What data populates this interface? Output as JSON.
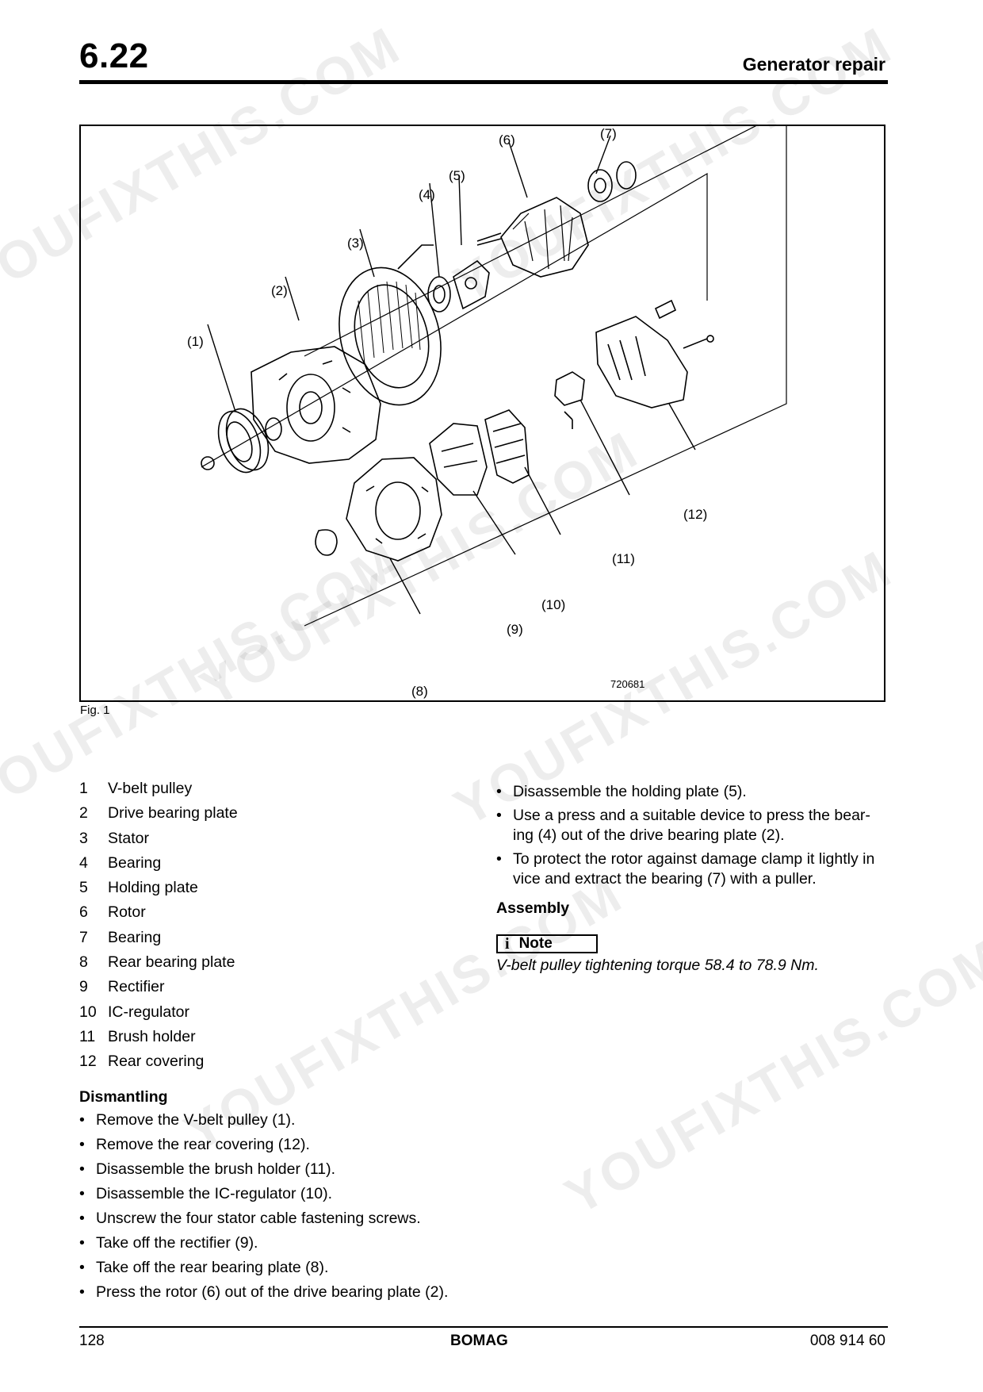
{
  "header": {
    "section_number": "6.22",
    "title": "Generator repair"
  },
  "figure": {
    "caption": "Fig. 1",
    "image_number": "720681",
    "callouts": [
      "(1)",
      "(2)",
      "(3)",
      "(4)",
      "(5)",
      "(6)",
      "(7)",
      "(8)",
      "(9)",
      "(10)",
      "(11)",
      "(12)"
    ]
  },
  "parts_list": [
    {
      "num": "1",
      "label": "V-belt pulley"
    },
    {
      "num": "2",
      "label": "Drive bearing plate"
    },
    {
      "num": "3",
      "label": "Stator"
    },
    {
      "num": "4",
      "label": "Bearing"
    },
    {
      "num": "5",
      "label": "Holding plate"
    },
    {
      "num": "6",
      "label": "Rotor"
    },
    {
      "num": "7",
      "label": "Bearing"
    },
    {
      "num": "8",
      "label": "Rear bearing plate"
    },
    {
      "num": "9",
      "label": "Rectifier"
    },
    {
      "num": "10",
      "label": "IC-regulator"
    },
    {
      "num": "11",
      "label": "Brush holder"
    },
    {
      "num": "12",
      "label": "Rear covering"
    }
  ],
  "dismantling": {
    "heading": "Dismantling",
    "steps": [
      "Remove the V-belt pulley (1).",
      "Remove the rear covering (12).",
      "Disassemble the brush holder (11).",
      "Disassemble the IC-regulator (10).",
      "Unscrew the four stator cable fastening screws.",
      "Take off the rectifier (9).",
      "Take off the rear bearing plate (8).",
      "Press the rotor (6) out of the drive bearing plate (2)."
    ]
  },
  "right_steps": [
    "Disassemble the holding plate (5).",
    "Use a press and a suitable device to press the bear-ing (4) out of the drive bearing plate (2).",
    "To protect the rotor against damage clamp it lightly in vice and extract the bearing (7) with a puller."
  ],
  "assembly": {
    "heading": "Assembly",
    "note_icon": "i",
    "note_label": "Note",
    "note_text": "V-belt pulley tightening torque 58.4 to 78.9 Nm."
  },
  "footer": {
    "page": "128",
    "brand": "BOMAG",
    "doc_number": "008 914 60"
  },
  "watermark": "YOUFIXTHIS.COM"
}
